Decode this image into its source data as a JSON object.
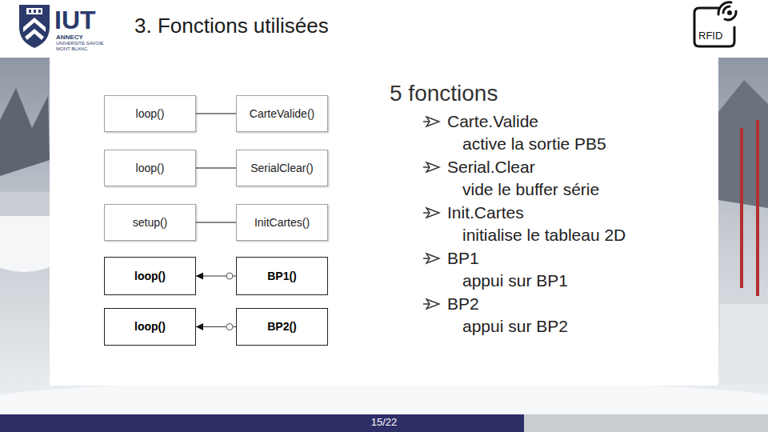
{
  "diagram": {
    "title": "3. Fonctions utilisées",
    "nodes": [
      {
        "text": [
          "loop()"
        ]
      },
      {
        "text": [
          "CarteValide()"
        ]
      },
      {
        "text": [
          "loop()"
        ]
      },
      {
        "text": [
          "SerialClear()"
        ]
      },
      {
        "text": [
          "setup()"
        ]
      },
      {
        "text": [
          "InitCartes()"
        ]
      },
      {
        "text": [
          "loop()"
        ]
      },
      {
        "text": [
          "BP1()"
        ]
      },
      {
        "text": [
          "loop()"
        ]
      },
      {
        "text": [
          "BP2()"
        ]
      }
    ],
    "edges": [
      {
        "from": 0,
        "to": 1,
        "arrow": "none"
      },
      {
        "from": 2,
        "to": 3,
        "arrow": "none"
      },
      {
        "from": 4,
        "to": 5,
        "arrow": "none"
      },
      {
        "from": 7,
        "to": 6,
        "arrow": "to"
      },
      {
        "from": 9,
        "to": 8,
        "arrow": "to"
      }
    ],
    "labels": [
      "IUT",
      "ANNECY",
      "UNIVERSITE SAVOIE MONT BLANC",
      "RFID",
      "5 fonctions",
      "Carte.Valide",
      "active la sortie PB5",
      "Serial.Clear",
      "vide le buffer série",
      "Init.Cartes",
      "initialise le tableau 2D",
      "BP1",
      "appui sur BP1",
      "BP2",
      "appui sur BP2",
      "15/22"
    ]
  }
}
